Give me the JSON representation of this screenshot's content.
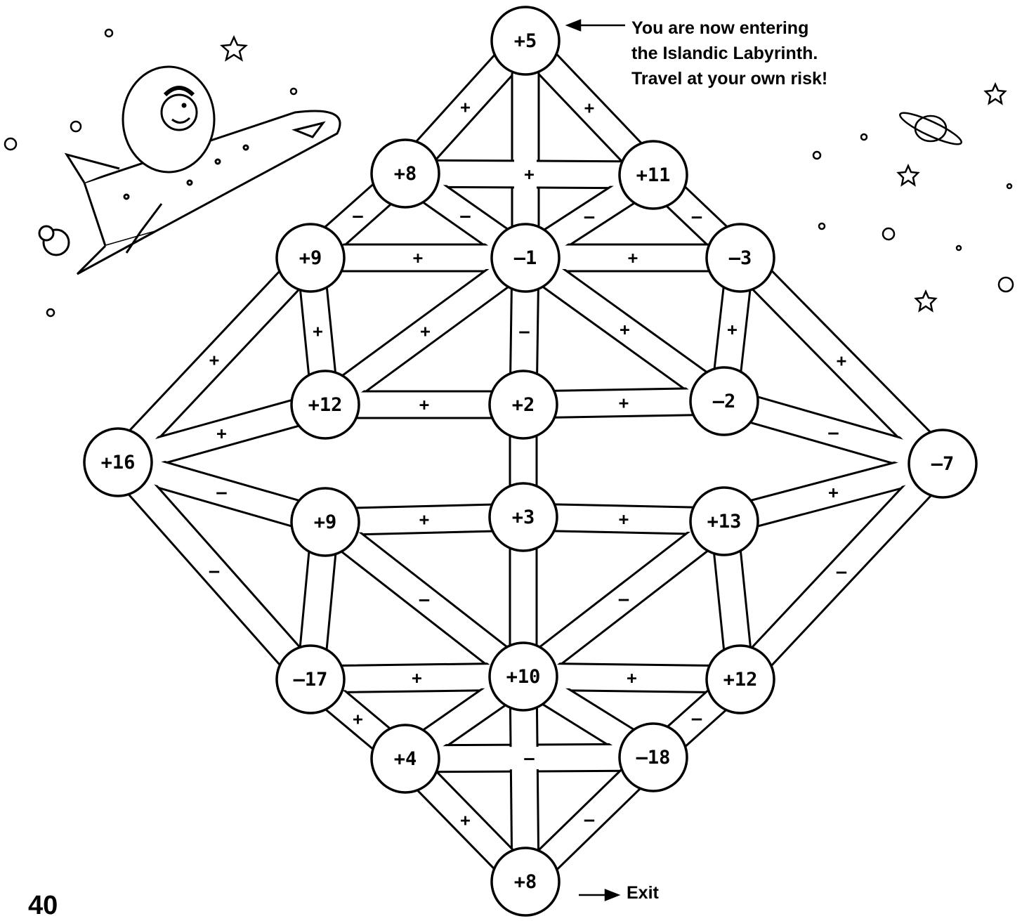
{
  "intro_lines": [
    "You are now entering",
    "the Islandic Labyrinth.",
    "Travel at your own risk!"
  ],
  "exit_label": "Exit",
  "page_number": "40",
  "nodes": [
    {
      "id": "n5",
      "label": "+5"
    },
    {
      "id": "n8a",
      "label": "+8"
    },
    {
      "id": "n11",
      "label": "+11"
    },
    {
      "id": "n9a",
      "label": "+9"
    },
    {
      "id": "nm1",
      "label": "–1"
    },
    {
      "id": "nm3",
      "label": "–3"
    },
    {
      "id": "n12a",
      "label": "+12"
    },
    {
      "id": "n2",
      "label": "+2"
    },
    {
      "id": "nm2",
      "label": "–2"
    },
    {
      "id": "n16",
      "label": "+16"
    },
    {
      "id": "nm7",
      "label": "–7"
    },
    {
      "id": "n9b",
      "label": "+9"
    },
    {
      "id": "n3",
      "label": "+3"
    },
    {
      "id": "n13",
      "label": "+13"
    },
    {
      "id": "nm17",
      "label": "–17"
    },
    {
      "id": "n10",
      "label": "+10"
    },
    {
      "id": "n12b",
      "label": "+12"
    },
    {
      "id": "n4",
      "label": "+4"
    },
    {
      "id": "nm18",
      "label": "–18"
    },
    {
      "id": "n8b",
      "label": "+8"
    }
  ],
  "paths": [
    {
      "from": "n5",
      "to": "n8a",
      "sign": "+"
    },
    {
      "from": "n5",
      "to": "n11",
      "sign": "+"
    },
    {
      "from": "n5",
      "to": "nm1",
      "sign": ""
    },
    {
      "from": "n8a",
      "to": "n11",
      "sign": "+"
    },
    {
      "from": "n8a",
      "to": "n9a",
      "sign": "–"
    },
    {
      "from": "n8a",
      "to": "nm1",
      "sign": "–"
    },
    {
      "from": "n11",
      "to": "nm1",
      "sign": "–"
    },
    {
      "from": "n11",
      "to": "nm3",
      "sign": "–"
    },
    {
      "from": "n9a",
      "to": "nm1",
      "sign": "+"
    },
    {
      "from": "nm1",
      "to": "nm3",
      "sign": "+"
    },
    {
      "from": "n9a",
      "to": "n12a",
      "sign": "+"
    },
    {
      "from": "n9a",
      "to": "n16",
      "sign": "+"
    },
    {
      "from": "nm1",
      "to": "n12a",
      "sign": "+"
    },
    {
      "from": "nm1",
      "to": "n2",
      "sign": "–"
    },
    {
      "from": "nm1",
      "to": "nm2",
      "sign": "+"
    },
    {
      "from": "nm3",
      "to": "nm2",
      "sign": "+"
    },
    {
      "from": "nm3",
      "to": "nm7",
      "sign": "+"
    },
    {
      "from": "n12a",
      "to": "n2",
      "sign": "+"
    },
    {
      "from": "n2",
      "to": "nm2",
      "sign": "+"
    },
    {
      "from": "n16",
      "to": "n12a",
      "sign": "+"
    },
    {
      "from": "nm2",
      "to": "nm7",
      "sign": "–"
    },
    {
      "from": "n2",
      "to": "n3",
      "sign": ""
    },
    {
      "from": "n16",
      "to": "n9b",
      "sign": "–"
    },
    {
      "from": "n16",
      "to": "nm17",
      "sign": "–"
    },
    {
      "from": "n9b",
      "to": "n3",
      "sign": "+"
    },
    {
      "from": "n3",
      "to": "n13",
      "sign": "+"
    },
    {
      "from": "n13",
      "to": "nm7",
      "sign": "+"
    },
    {
      "from": "nm7",
      "to": "n12b",
      "sign": "–"
    },
    {
      "from": "n9b",
      "to": "nm17",
      "sign": ""
    },
    {
      "from": "n9b",
      "to": "n10",
      "sign": "–"
    },
    {
      "from": "n3",
      "to": "n10",
      "sign": ""
    },
    {
      "from": "n13",
      "to": "n10",
      "sign": "–"
    },
    {
      "from": "n13",
      "to": "n12b",
      "sign": ""
    },
    {
      "from": "nm17",
      "to": "n10",
      "sign": "+"
    },
    {
      "from": "n10",
      "to": "n12b",
      "sign": "+"
    },
    {
      "from": "nm17",
      "to": "n4",
      "sign": "+"
    },
    {
      "from": "n12b",
      "to": "nm18",
      "sign": "–"
    },
    {
      "from": "n10",
      "to": "n4",
      "sign": ""
    },
    {
      "from": "n10",
      "to": "nm18",
      "sign": ""
    },
    {
      "from": "n4",
      "to": "nm18",
      "sign": "–"
    },
    {
      "from": "n10",
      "to": "n8b",
      "sign": ""
    },
    {
      "from": "n4",
      "to": "n8b",
      "sign": "+"
    },
    {
      "from": "nm18",
      "to": "n8b",
      "sign": "–"
    }
  ]
}
